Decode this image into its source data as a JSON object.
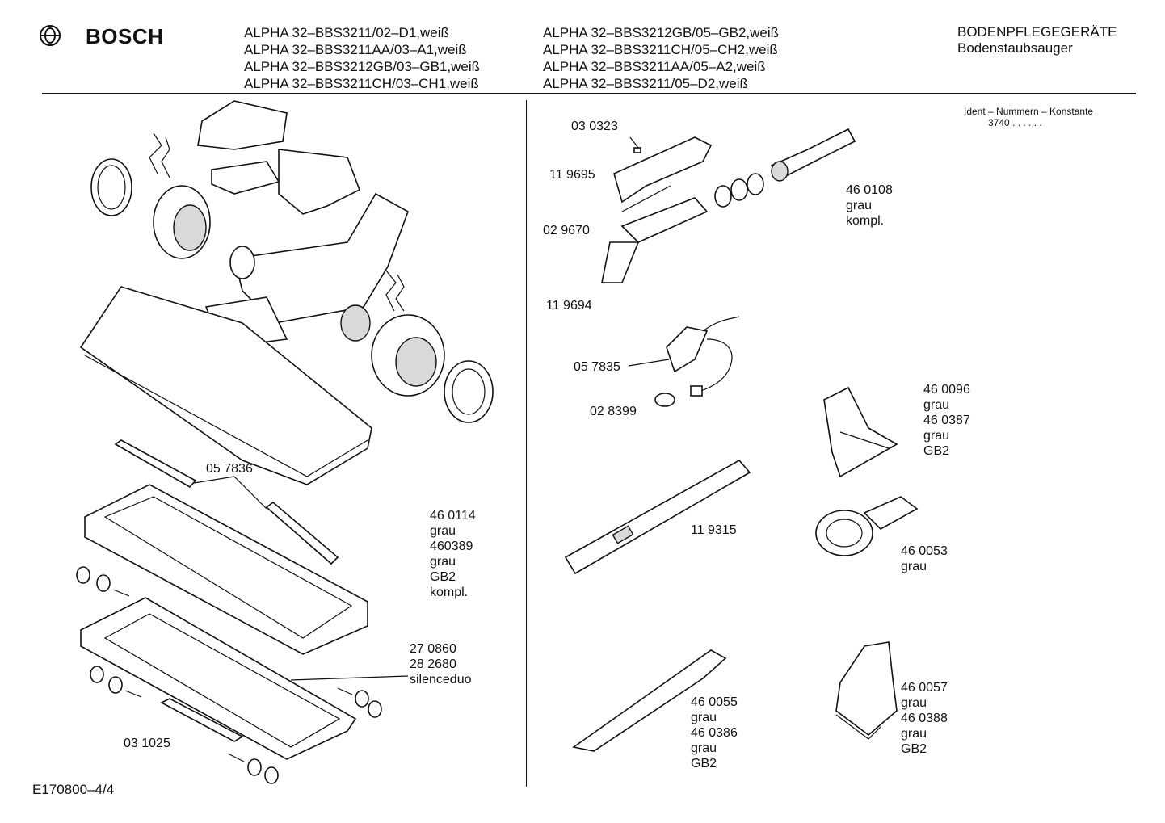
{
  "header": {
    "brand": "BOSCH",
    "models_col1": [
      "ALPHA 32–BBS3211/02–D1,weiß",
      "ALPHA 32–BBS3211AA/03–A1,weiß",
      "ALPHA 32–BBS3212GB/03–GB1,weiß",
      "ALPHA 32–BBS3211CH/03–CH1,weiß"
    ],
    "models_col2": [
      "ALPHA 32–BBS3212GB/05–GB2,weiß",
      "ALPHA 32–BBS3211CH/05–CH2,weiß",
      "ALPHA 32–BBS3211AA/05–A2,weiß",
      "ALPHA 32–BBS3211/05–D2,weiß"
    ],
    "category": "BODENPFLEGEGERÄTE",
    "subcategory": "Bodenstaubsauger"
  },
  "ident": {
    "title": "Ident – Nummern – Konstante",
    "value": "3740  . .   . . . ."
  },
  "labels": {
    "l057836": "05 7836",
    "l460114": [
      "46 0114",
      "grau",
      "460389",
      "grau",
      "GB2",
      "kompl."
    ],
    "l270860": [
      "27 0860",
      "28 2680",
      "silenceduo"
    ],
    "l031025": "03 1025",
    "l030323": "03 0323",
    "l119695": "11 9695",
    "l029670": "02 9670",
    "l119694": "11 9694",
    "l460108": [
      "46 0108",
      "grau",
      "kompl."
    ],
    "l057835": "05 7835",
    "l028399": "02 8399",
    "l460096": [
      "46 0096",
      "grau",
      "46 0387",
      "grau",
      "GB2"
    ],
    "l119315": "11 9315",
    "l460053": [
      "46 0053",
      "grau"
    ],
    "l460055": [
      "46 0055",
      "grau",
      "46 0386",
      "grau",
      "GB2"
    ],
    "l460057": [
      "46 0057",
      "grau",
      "46 0388",
      "grau",
      "GB2"
    ]
  },
  "footer": {
    "code": "E170800–4/4"
  }
}
